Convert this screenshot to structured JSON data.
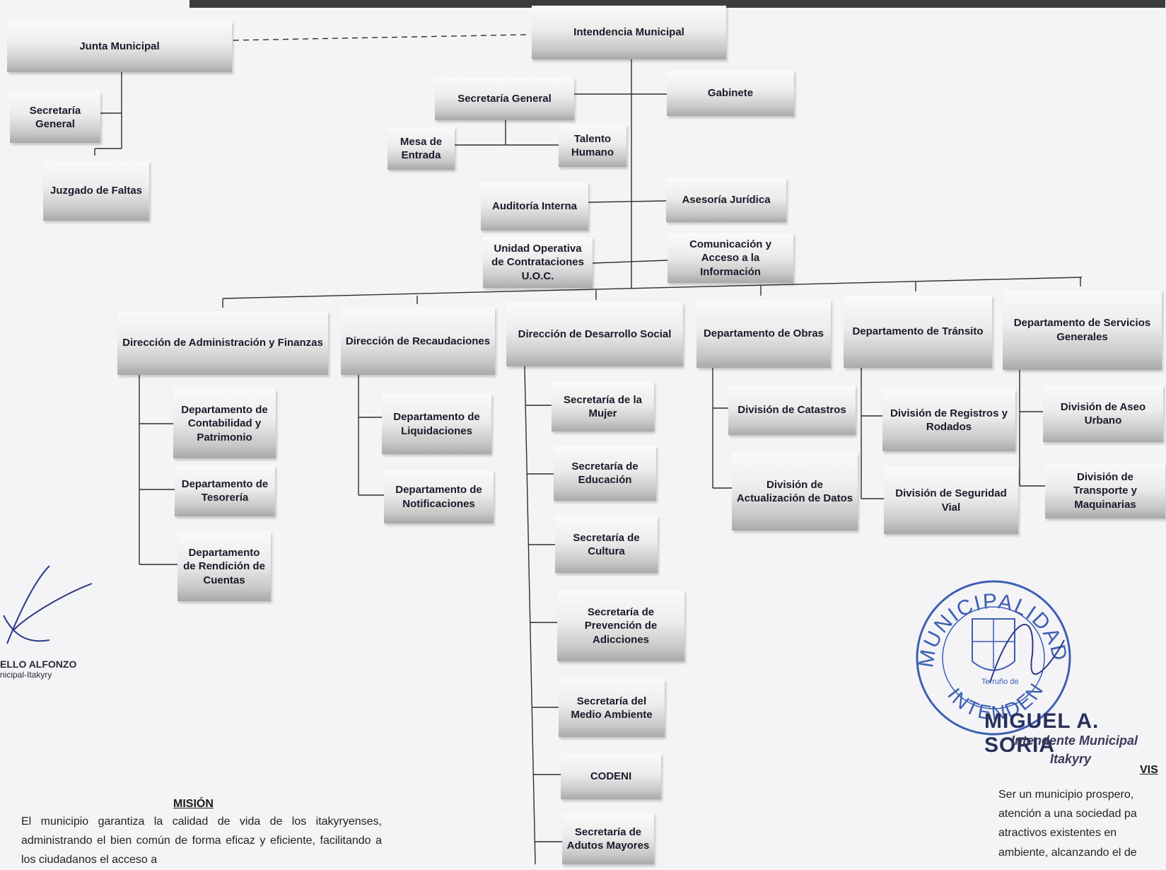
{
  "chart": {
    "junta": "Junta Municipal",
    "intendencia": "Intendencia Municipal",
    "sec_general_junta": "Secretaría General",
    "juzgado": "Juzgado de Faltas",
    "sec_general": "Secretaría General",
    "gabinete": "Gabinete",
    "mesa_entrada": "Mesa de Entrada",
    "talento": "Talento Humano",
    "auditoria": "Auditoría Interna",
    "asesoria": "Asesoría Jurídica",
    "uoc": "Unidad Operativa de Contrataciones U.O.C.",
    "comunicacion": "Comunicación y Acceso a la Información",
    "dir_admin": "Dirección de Administración y Finanzas",
    "dir_recaud": "Dirección de Recaudaciones",
    "dir_social": "Dirección  de Desarrollo Social",
    "dep_obras": "Departamento de Obras",
    "dep_transito": "Departamento de Tránsito",
    "dep_servicios": "Departamento de Servicios Generales",
    "contabilidad": "Departamento de Contabilidad y Patrimonio",
    "tesoreria": "Departamento de Tesorería",
    "rendicion": "Departamento de Rendición de Cuentas",
    "liquidaciones": "Departamento de Liquidaciones",
    "notificaciones": "Departamento de Notificaciones",
    "mujer": "Secretaría de la Mujer",
    "educacion": "Secretaría de Educación",
    "cultura": "Secretaría de Cultura",
    "adicciones": "Secretaría de Prevención de Adicciones",
    "ambiente": "Secretaría del Medio Ambiente",
    "codeni": "CODENI",
    "mayores": "Secretaría de Adutos Mayores",
    "catastros": "División de Catastros",
    "actualizacion": "División de Actualización de Datos",
    "registros": "División de Registros y Rodados",
    "seguridad": "División de Seguridad Vial",
    "aseo": "División de Aseo Urbano",
    "transporte": "División de Transporte y Maquinarias"
  },
  "mision": {
    "title": "MISIÓN",
    "text": "El municipio garantiza la calidad de vida de los itakyryenses, administrando el bien común de forma eficaz y eficiente, facilitando a los ciudadanos el acceso a"
  },
  "vision": {
    "title": "VIS",
    "lines": [
      "Ser un municipio prospero,",
      "atención a una sociedad pa",
      "atractivos  existentes  en",
      "ambiente, alcanzando el de"
    ]
  },
  "signatures": {
    "left_name": "ELLO ALFONZO",
    "left_role": "nicipal-Itakyry",
    "stamp_ring": "MUNICIPALIDAD DE ITAKYRY",
    "stamp_bottom": "INTENDENCIA",
    "stamp_motto": "Terruño de",
    "right_name": "MIGUEL A. SORIA",
    "right_role": "Intendente Municipal",
    "right_city": "Itakyry"
  },
  "colors": {
    "box_top": "#fafafa",
    "box_bottom": "#a9a9a9",
    "line": "#2e2e2e",
    "stamp": "#3b5fb5"
  }
}
